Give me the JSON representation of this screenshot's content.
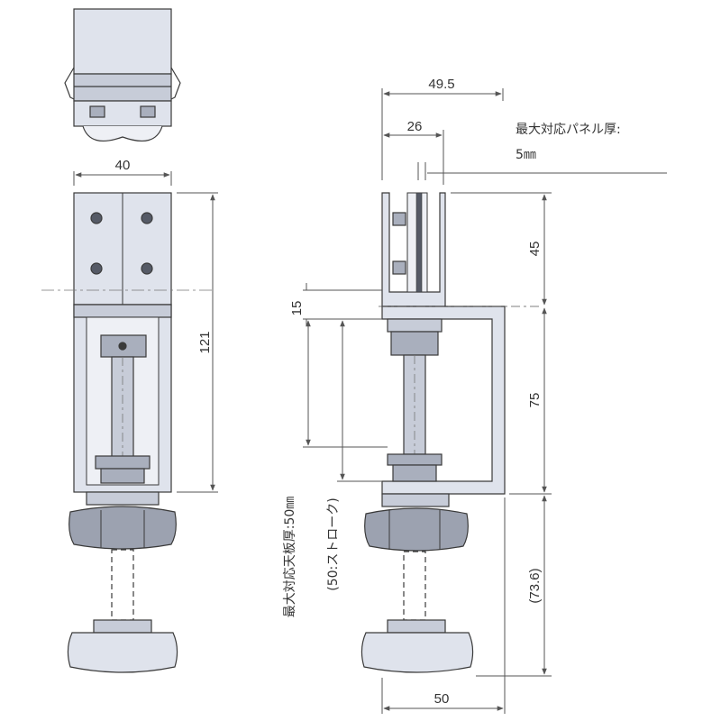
{
  "colors": {
    "part_fill": "#dfe3ec",
    "part_light": "#eef0f5",
    "part_dark": "#a9afbd",
    "outline": "#3a3a3a",
    "dim_line": "#555555",
    "text": "#333333"
  },
  "front_view": {
    "width_label": "40",
    "height_label": "121"
  },
  "side_view": {
    "top_width_label": "49.5",
    "inner_width_label": "26",
    "bottom_width_label": "50",
    "dim_45": "45",
    "dim_15": "15",
    "dim_75": "75",
    "dim_73_6": "(73.6)",
    "stroke_label": "(50:ストローク)",
    "max_table_label": "最大対応天板厚:50㎜"
  },
  "panel_note": {
    "line1": "最大対応パネル厚:",
    "line2": "5㎜"
  }
}
